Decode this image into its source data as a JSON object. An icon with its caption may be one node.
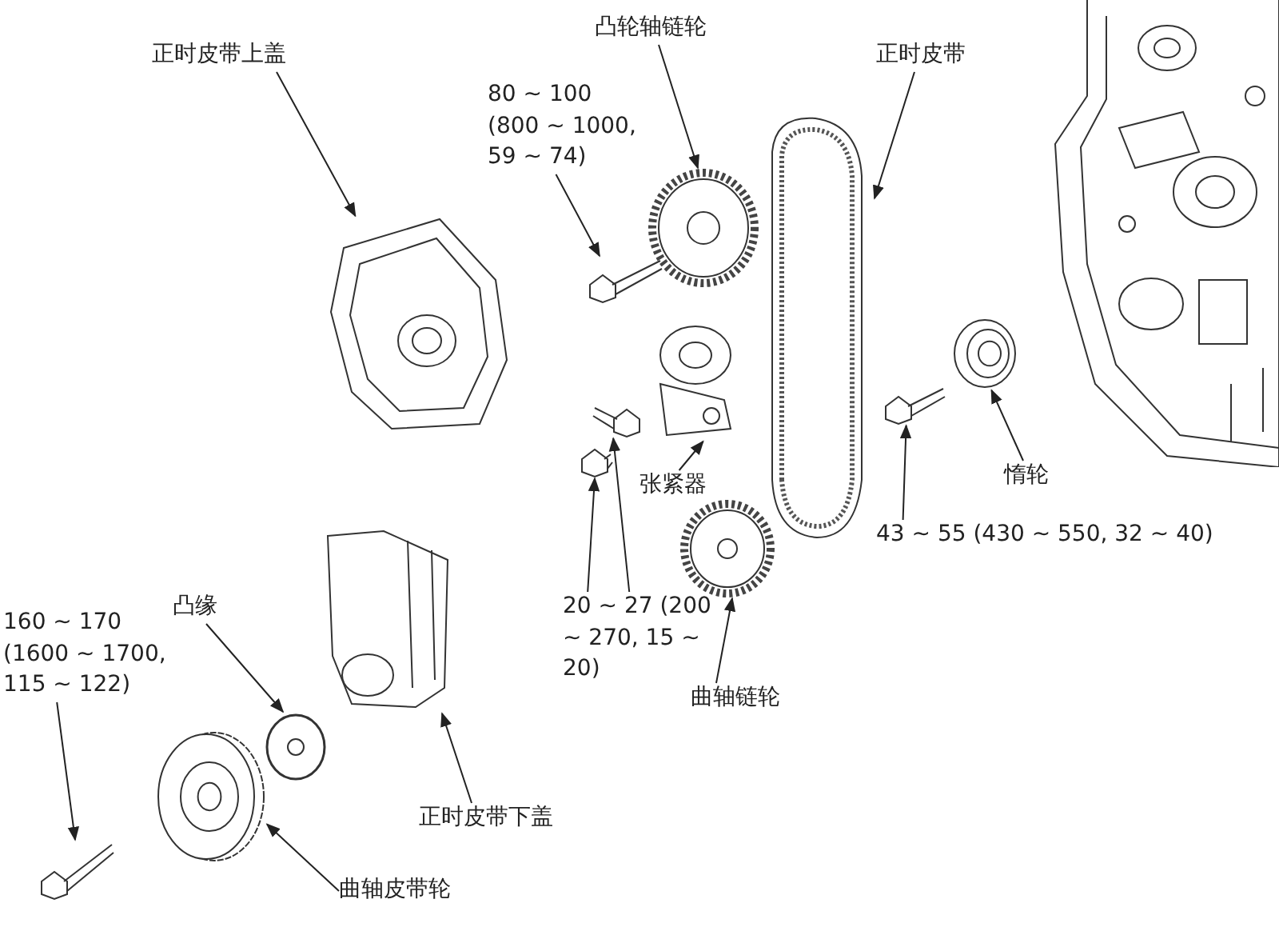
{
  "diagram": {
    "nodes": [
      {
        "text": [
          "正时皮带上盖"
        ]
      },
      {
        "text": [],
        "shape": "picture"
      },
      {
        "text": [
          "凸轮轴链轮"
        ]
      },
      {
        "text": [],
        "shape": "picture"
      },
      {
        "text": [
          "80 ~ 100 (800 ~ 1000, 59 ~ 74)"
        ]
      },
      {
        "text": [],
        "shape": "picture"
      },
      {
        "text": [
          "正时皮带"
        ]
      },
      {
        "text": [],
        "shape": "picture"
      },
      {
        "text": [
          "惰轮"
        ]
      },
      {
        "text": [],
        "shape": "picture"
      },
      {
        "text": [
          "43 ~ 55 (430 ~ 550, 32 ~ 40)"
        ]
      },
      {
        "text": [],
        "shape": "picture"
      },
      {
        "text": [
          "张紧器"
        ]
      },
      {
        "text": [],
        "shape": "picture"
      },
      {
        "text": [
          "20 ~ 27 (200 ~ 270, 15 ~ 20)"
        ]
      },
      {
        "text": [],
        "shape": "picture"
      },
      {
        "text": [],
        "shape": "picture"
      },
      {
        "text": [
          "曲轴链轮"
        ]
      },
      {
        "text": [],
        "shape": "picture"
      },
      {
        "text": [
          "凸缘"
        ]
      },
      {
        "text": [],
        "shape": "picture"
      },
      {
        "text": [
          "160 ~ 170 (1600 ~ 1700, 115 ~ 122)"
        ]
      },
      {
        "text": [],
        "shape": "picture"
      },
      {
        "text": [
          "正时皮带下盖"
        ]
      },
      {
        "text": [],
        "shape": "picture"
      },
      {
        "text": [
          "曲轴皮带轮"
        ]
      },
      {
        "text": [],
        "shape": "picture"
      }
    ],
    "edges": [
      {
        "from": 0,
        "to": 1,
        "arrow": "to"
      },
      {
        "from": 2,
        "to": 3,
        "arrow": "to"
      },
      {
        "from": 4,
        "to": 5,
        "arrow": "to"
      },
      {
        "from": 6,
        "to": 7,
        "arrow": "to"
      },
      {
        "from": 8,
        "to": 9,
        "arrow": "to"
      },
      {
        "from": 10,
        "to": 11,
        "arrow": "to"
      },
      {
        "from": 12,
        "to": 13,
        "arrow": "to"
      },
      {
        "from": 14,
        "to": 15,
        "arrow": "to"
      },
      {
        "from": 14,
        "to": 16,
        "arrow": "to"
      },
      {
        "from": 17,
        "to": 18,
        "arrow": "to"
      },
      {
        "from": 19,
        "to": 20,
        "arrow": "to"
      },
      {
        "from": 21,
        "to": 22,
        "arrow": "to"
      },
      {
        "from": 23,
        "to": 24,
        "arrow": "to"
      },
      {
        "from": 25,
        "to": 26,
        "arrow": "to"
      }
    ]
  }
}
